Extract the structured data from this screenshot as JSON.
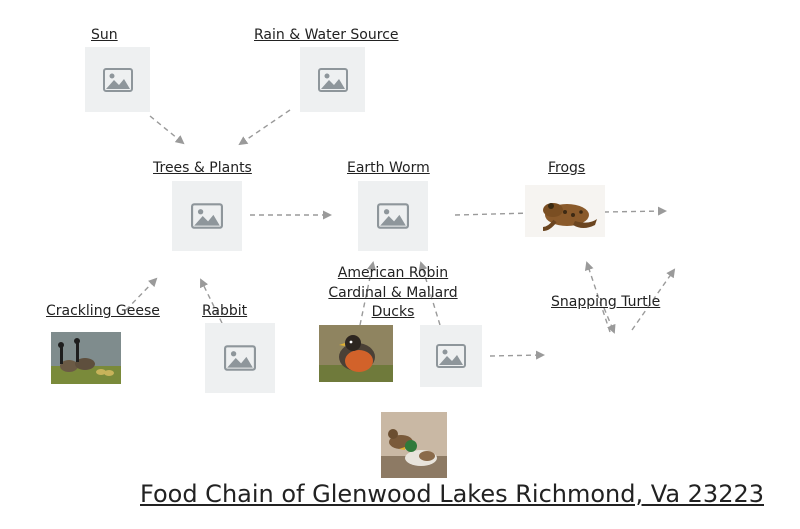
{
  "diagram": {
    "title": "Food Chain of Glenwood Lakes Richmond, Va 23223",
    "nodes": {
      "sun": {
        "label": "Sun",
        "icon": "image-placeholder-icon"
      },
      "rain": {
        "label": "Rain & Water Source",
        "icon": "image-placeholder-icon"
      },
      "trees": {
        "label": "Trees & Plants",
        "icon": "image-placeholder-icon"
      },
      "worm": {
        "label": "Earth Worm",
        "icon": "image-placeholder-icon"
      },
      "frogs": {
        "label": "Frogs",
        "icon": "frog-photo"
      },
      "robin": {
        "label_line1": "American Robin",
        "label_line2": "Cardinal & Mallard",
        "label_line3": "Ducks",
        "icon": "robin-photo"
      },
      "geese": {
        "label": "Crackling Geese",
        "icon": "geese-photo"
      },
      "rabbit": {
        "label": "Rabbit",
        "icon": "image-placeholder-icon"
      },
      "turtle": {
        "label": "Snapping Turtle"
      }
    },
    "arrow_color": "#9a9a9a",
    "placeholder_color": "#eef0f1"
  }
}
